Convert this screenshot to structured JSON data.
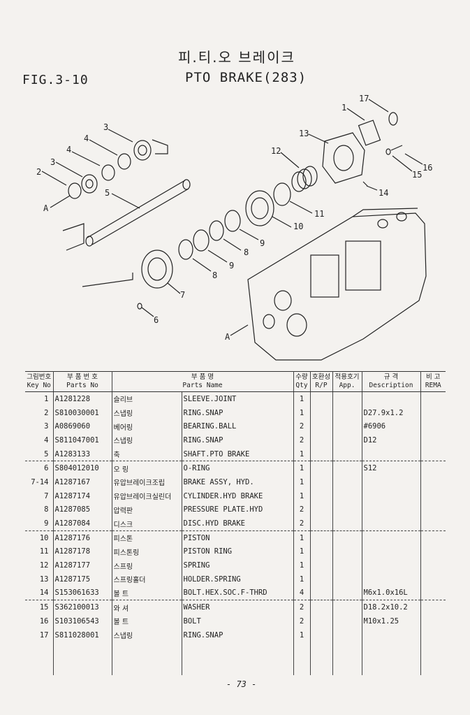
{
  "header": {
    "title_korean": "피.티.오 브레이크",
    "title_english": "PTO BRAKE(283)",
    "figure_label": "FIG.3-10"
  },
  "diagram": {
    "callouts": [
      "1",
      "2",
      "3",
      "3",
      "4",
      "5",
      "6",
      "7",
      "8",
      "8",
      "9",
      "9",
      "10",
      "11",
      "12",
      "13",
      "14",
      "15",
      "16",
      "17",
      "A",
      "A"
    ]
  },
  "table": {
    "headers": [
      {
        "ko": "그림번호",
        "en": "Key No"
      },
      {
        "ko": "부 품 번 호",
        "en": "Parts No"
      },
      {
        "ko": "부 품 명",
        "en": "Parts Name"
      },
      {
        "ko": "수량",
        "en": "Qty"
      },
      {
        "ko": "호환성",
        "en": "R/P"
      },
      {
        "ko": "적용호기",
        "en": "App."
      },
      {
        "ko": "규 격",
        "en": "Description"
      },
      {
        "ko": "비 고",
        "en": "REMA"
      }
    ],
    "rows": [
      {
        "key": "1",
        "part_no": "A1281228",
        "name_ko": "슬리브",
        "name_en": "SLEEVE.JOINT",
        "qty": "1",
        "rp": "",
        "app": "",
        "desc": "",
        "rema": ""
      },
      {
        "key": "2",
        "part_no": "S810030001",
        "name_ko": "스냅링",
        "name_en": "RING.SNAP",
        "qty": "1",
        "rp": "",
        "app": "",
        "desc": "D27.9x1.2",
        "rema": ""
      },
      {
        "key": "3",
        "part_no": "A0869060",
        "name_ko": "베어링",
        "name_en": "BEARING.BALL",
        "qty": "2",
        "rp": "",
        "app": "",
        "desc": "#6906",
        "rema": ""
      },
      {
        "key": "4",
        "part_no": "S811047001",
        "name_ko": "스냅링",
        "name_en": "RING.SNAP",
        "qty": "2",
        "rp": "",
        "app": "",
        "desc": "D12",
        "rema": ""
      },
      {
        "key": "5",
        "part_no": "A1283133",
        "name_ko": "축",
        "name_en": "SHAFT.PTO BRAKE",
        "qty": "1",
        "rp": "",
        "app": "",
        "desc": "",
        "rema": ""
      },
      {
        "key": "6",
        "part_no": "S804012010",
        "name_ko": "오 링",
        "name_en": "O-RING",
        "qty": "1",
        "rp": "",
        "app": "",
        "desc": "S12",
        "rema": ""
      },
      {
        "key": "7-14",
        "part_no": "A1287167",
        "name_ko": "유압브레이크조립",
        "name_en": "BRAKE ASSY, HYD.",
        "qty": "1",
        "rp": "",
        "app": "",
        "desc": "",
        "rema": ""
      },
      {
        "key": "7",
        "part_no": "A1287174",
        "name_ko": "유압브레이크실린더",
        "name_en": "CYLINDER.HYD BRAKE",
        "qty": "1",
        "rp": "",
        "app": "",
        "desc": "",
        "rema": ""
      },
      {
        "key": "8",
        "part_no": "A1287085",
        "name_ko": "압력판",
        "name_en": "PRESSURE PLATE.HYD",
        "qty": "2",
        "rp": "",
        "app": "",
        "desc": "",
        "rema": ""
      },
      {
        "key": "9",
        "part_no": "A1287084",
        "name_ko": "디스크",
        "name_en": "DISC.HYD BRAKE",
        "qty": "2",
        "rp": "",
        "app": "",
        "desc": "",
        "rema": ""
      },
      {
        "key": "10",
        "part_no": "A1287176",
        "name_ko": "피스톤",
        "name_en": "PISTON",
        "qty": "1",
        "rp": "",
        "app": "",
        "desc": "",
        "rema": ""
      },
      {
        "key": "11",
        "part_no": "A1287178",
        "name_ko": "피스톤링",
        "name_en": "PISTON RING",
        "qty": "1",
        "rp": "",
        "app": "",
        "desc": "",
        "rema": ""
      },
      {
        "key": "12",
        "part_no": "A1287177",
        "name_ko": "스프링",
        "name_en": "SPRING",
        "qty": "1",
        "rp": "",
        "app": "",
        "desc": "",
        "rema": ""
      },
      {
        "key": "13",
        "part_no": "A1287175",
        "name_ko": "스프링홀더",
        "name_en": "HOLDER.SPRING",
        "qty": "1",
        "rp": "",
        "app": "",
        "desc": "",
        "rema": ""
      },
      {
        "key": "14",
        "part_no": "S153061633",
        "name_ko": "볼 트",
        "name_en": "BOLT.HEX.SOC.F-THRD",
        "qty": "4",
        "rp": "",
        "app": "",
        "desc": "M6x1.0x16L",
        "rema": ""
      },
      {
        "key": "15",
        "part_no": "S362100013",
        "name_ko": "와 셔",
        "name_en": "WASHER",
        "qty": "2",
        "rp": "",
        "app": "",
        "desc": "D18.2x10.2",
        "rema": ""
      },
      {
        "key": "16",
        "part_no": "S103106543",
        "name_ko": "볼 트",
        "name_en": "BOLT",
        "qty": "2",
        "rp": "",
        "app": "",
        "desc": "M10x1.25",
        "rema": ""
      },
      {
        "key": "17",
        "part_no": "S811028001",
        "name_ko": "스냅링",
        "name_en": "RING.SNAP",
        "qty": "1",
        "rp": "",
        "app": "",
        "desc": "",
        "rema": ""
      }
    ]
  },
  "footer": {
    "page_number": "- 73 -"
  }
}
